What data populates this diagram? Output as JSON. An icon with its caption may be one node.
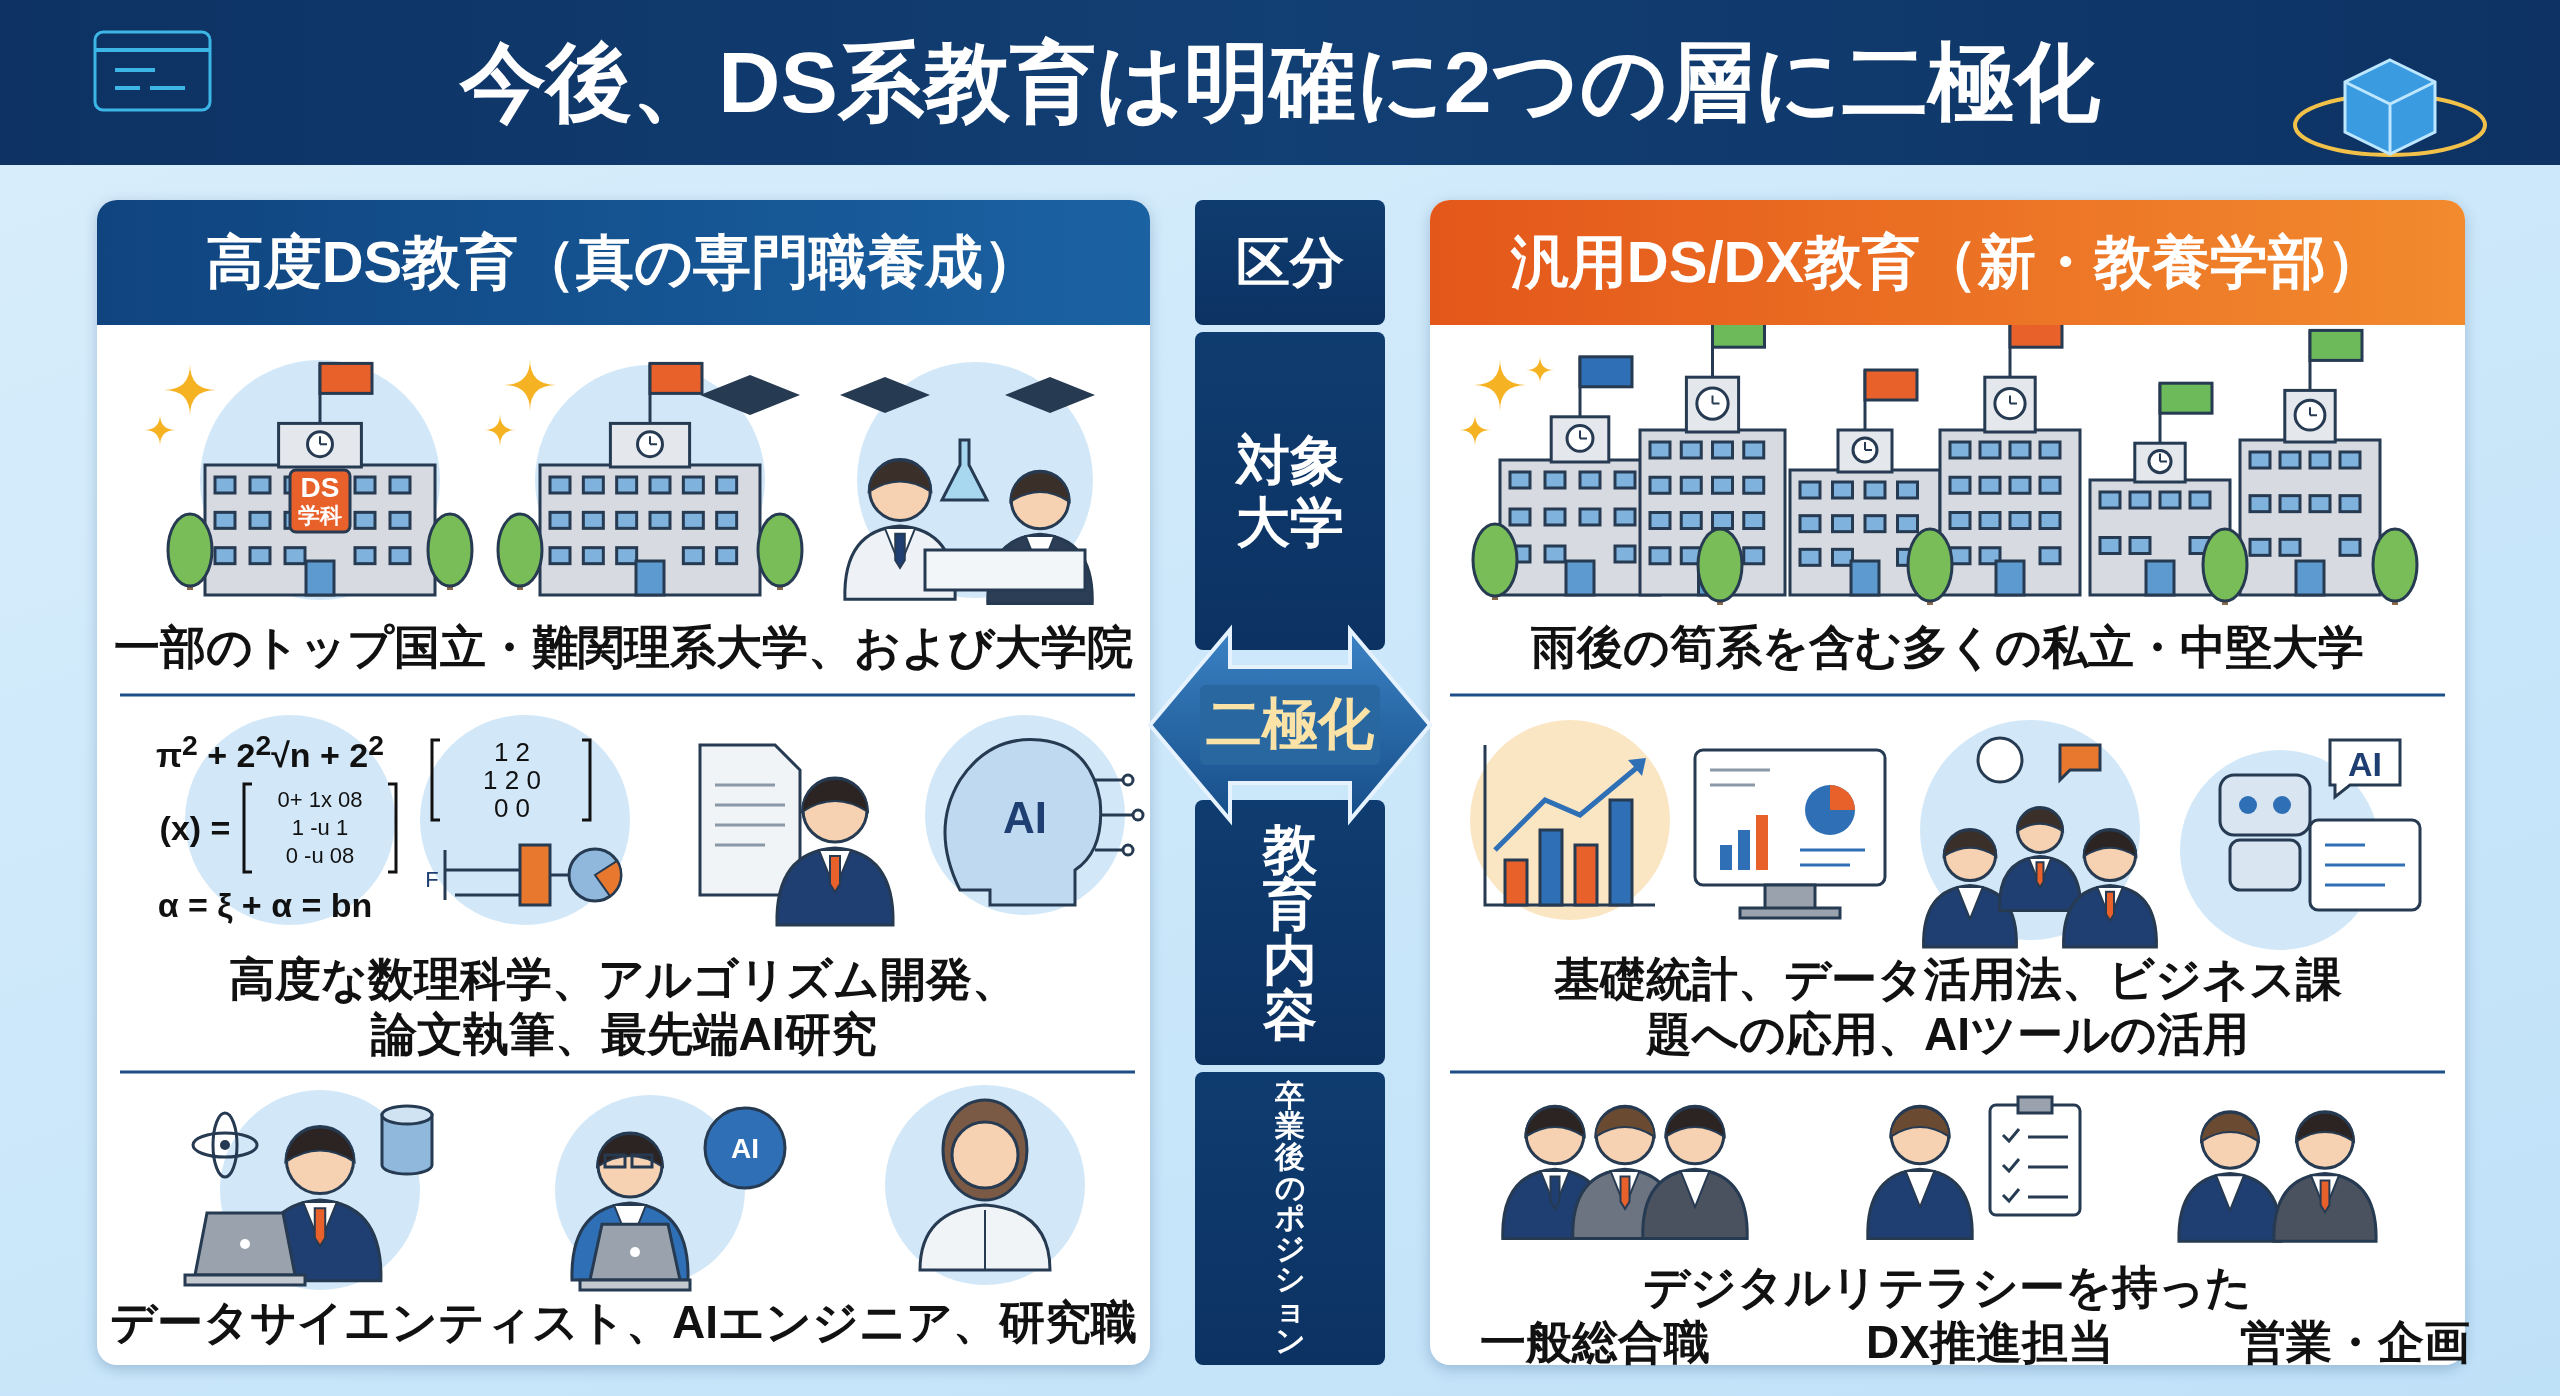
{
  "diagram": {
    "title": "今後、DS系教育は明確に2つの層に二極化",
    "nodes": [
      {
        "text": [
          "高度DS教育（真の専門職養成）"
        ]
      },
      {
        "text": [
          "一部のトップ国立・難関理系大学、および大学院"
        ],
        "in": 0
      },
      {
        "text": [
          "高度な数理科学、アルゴリズム開発、論文執筆、最先端AI研究"
        ],
        "in": 0
      },
      {
        "text": [
          "データサイエンティスト、AIエンジニア、研究職"
        ],
        "in": 0
      },
      {
        "text": [
          "区分"
        ]
      },
      {
        "text": [
          "対象大学"
        ]
      },
      {
        "text": [
          "教育内容"
        ]
      },
      {
        "text": [
          "卒業後のポジション"
        ]
      },
      {
        "text": [
          "汎用DS/DX教育（新・教養学部）"
        ]
      },
      {
        "text": [
          "雨後の筍系を含む多くの私立・中堅大学"
        ],
        "in": 8
      },
      {
        "text": [
          "基礎統計、データ活用法、ビジネス課題への応用、AIツールの活用"
        ],
        "in": 8
      },
      {
        "text": [
          "デジタルリテラシーを持った",
          "一般総合職",
          "DX推進担当",
          "営業・企画"
        ],
        "in": 8
      }
    ],
    "edges": [
      {
        "from": 0,
        "to": 8,
        "arrow": "both",
        "label": "二極化"
      }
    ],
    "labels": [
      "DS",
      "学科",
      "π$^{2}$ + 2$^{2}$√n + 2$^{2}$",
      "(x) =",
      "0+ 1x 08",
      "1 -u 1",
      "0 -u 08",
      "α = ξ + α = bn",
      "1 2",
      "1 2 0",
      "0 0",
      "F",
      "AI",
      "AI",
      "AI"
    ]
  }
}
